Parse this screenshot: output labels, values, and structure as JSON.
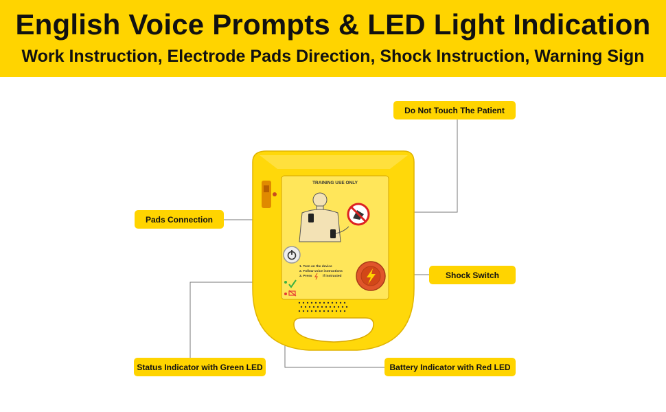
{
  "header": {
    "title": "English Voice Prompts & LED Light Indication",
    "subtitle": "Work Instruction, Electrode Pads Direction, Shock Instruction, Warning Sign"
  },
  "device": {
    "panel_label": "TRAINING USE ONLY",
    "instructions": [
      "1. Turn on the device",
      "2. Follow voice instructions",
      "3. Press",
      "if instructed"
    ]
  },
  "callouts": {
    "do_not_touch": "Do Not Touch The Patient",
    "pads_connection": "Pads Connection",
    "shock_switch": "Shock Switch",
    "status_indicator": "Status Indicator with Green LED",
    "battery_indicator": "Battery Indicator with Red LED"
  },
  "colors": {
    "banner": "#ffd400",
    "device_body": "#ffd80a",
    "shock_button": "#e0552a",
    "green_led": "#3cb043",
    "red_led": "#e53935"
  }
}
